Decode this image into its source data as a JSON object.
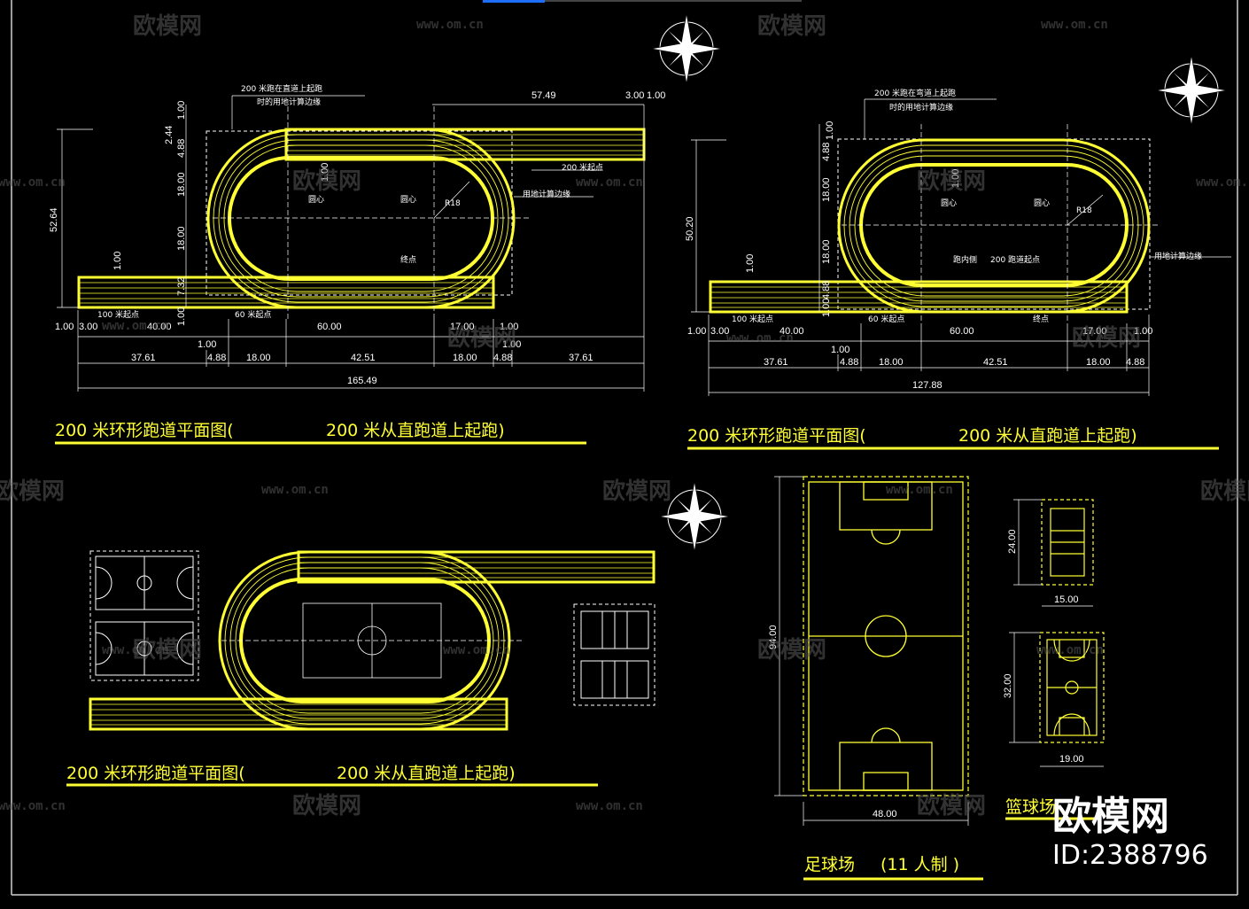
{
  "drawings": [
    {
      "title_left": "200 米环形跑道平面图(",
      "title_right": "200 米从直跑道上起跑)",
      "notes": {
        "edge_note": "200 米跑在直道上起跑",
        "edge_note2": "时的用地计算边缘",
        "start200": "200 米起点",
        "land_edge": "用地计算边缘",
        "center1": "圆心",
        "center2": "圆心",
        "radius": "R18",
        "finish": "终点",
        "start100": "100 米起点",
        "start60": "60 米起点"
      },
      "dims": {
        "total_h": "52.64",
        "top_len": "57.49",
        "top_a": "3.00",
        "top_b": "1.00",
        "v1": "1.00",
        "v2": "2.44",
        "v3": "4.88",
        "v4": "18.00",
        "v5": "18.00",
        "v6": "7.32",
        "v7": "1.00",
        "inner_v": "1.00",
        "left_v": "1.00",
        "r1a": "1.00",
        "r1b": "3.00",
        "r1c": "40.00",
        "r1d": "60.00",
        "r1e": "17.00",
        "r1f": "1.00",
        "r1g": "1.00",
        "r1h": "1.00",
        "r2a": "37.61",
        "r2b": "4.88",
        "r2c": "18.00",
        "r2d": "42.51",
        "r2e": "18.00",
        "r2f": "4.88",
        "r2g": "37.61",
        "total": "165.49"
      }
    },
    {
      "title_left": "200 米环形跑道平面图(",
      "title_right": "200 米从直跑道上起跑)",
      "notes": {
        "edge_note": "200 米跑在弯道上起跑",
        "edge_note2": "时的用地计算边缘",
        "land_edge": "用地计算边缘",
        "center1": "圆心",
        "center2": "圆心",
        "radius": "R18",
        "inner": "跑内侧",
        "start200": "200 跑道起点",
        "start100": "100 米起点",
        "start60": "60 米起点",
        "finish": "终点"
      },
      "dims": {
        "total_h": "50.20",
        "v1": "1.00",
        "v2": "4.88",
        "v3": "18.00",
        "v4": "18.00",
        "v5": "4.88",
        "v6": "1.00",
        "inner_v": "1.00",
        "left_v": "1.00",
        "r1a": "1.00",
        "r1b": "3.00",
        "r1c": "40.00",
        "r1d": "60.00",
        "r1e": "17.00",
        "r1f": "1.00",
        "r1g": "1.00",
        "r2a": "37.61",
        "r2b": "4.88",
        "r2c": "18.00",
        "r2d": "42.51",
        "r2e": "18.00",
        "r2f": "4.88",
        "total": "127.88"
      }
    },
    {
      "title_left": "200 米环形跑道平面图(",
      "title_right": "200 米从直跑道上起跑)"
    }
  ],
  "football": {
    "title": "足球场",
    "title_paren": "(11 人制 )",
    "width": "48.00",
    "length": "94.00"
  },
  "volleyball": {
    "w": "15.00",
    "h": "24.00"
  },
  "basketball": {
    "title": "篮球场",
    "w": "19.00",
    "h": "32.00"
  },
  "watermark": {
    "brand": "欧模网",
    "url": "www.om.cn",
    "big_brand": "欧模网",
    "id": "ID:2388796"
  },
  "colors": {
    "line": "#ffff33",
    "dim": "#ffffff",
    "bg": "#000000"
  }
}
